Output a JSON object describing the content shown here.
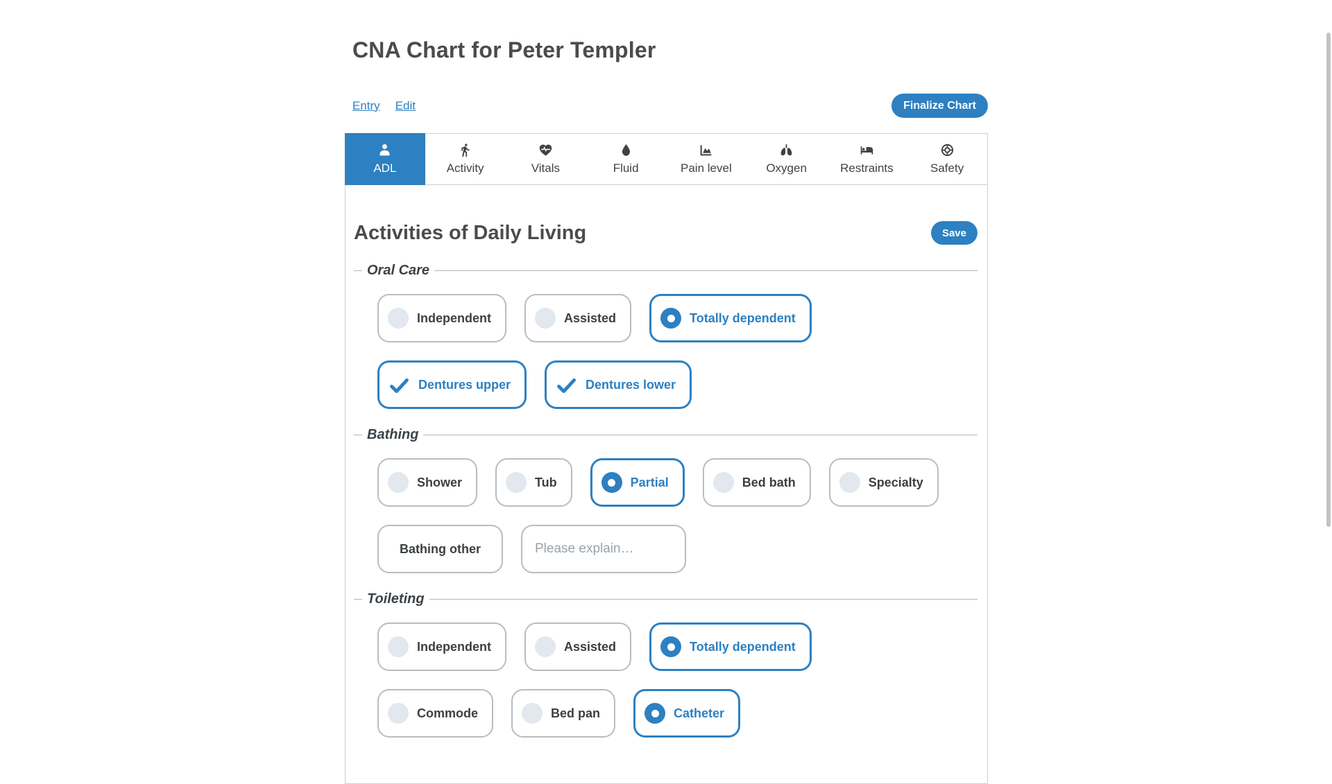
{
  "colors": {
    "accent": "#2d80c1",
    "selected_border": "#2d80c1",
    "unselected_border": "#b8bdc3",
    "circle_gray": "#e2e8ee",
    "text_dark": "#3c4043",
    "scrollbar": "#c3c3c3"
  },
  "page": {
    "title": "CNA Chart for Peter Templer",
    "links": [
      {
        "label": "Entry"
      },
      {
        "label": "Edit"
      }
    ],
    "finalize_button": "Finalize Chart"
  },
  "tabs": [
    {
      "label": "ADL",
      "icon": "person-icon",
      "active": true
    },
    {
      "label": "Activity",
      "icon": "walking-icon",
      "active": false
    },
    {
      "label": "Vitals",
      "icon": "heartbeat-icon",
      "active": false
    },
    {
      "label": "Fluid",
      "icon": "droplet-icon",
      "active": false
    },
    {
      "label": "Pain level",
      "icon": "area-chart-icon",
      "active": false
    },
    {
      "label": "Oxygen",
      "icon": "lungs-icon",
      "active": false
    },
    {
      "label": "Restraints",
      "icon": "bed-icon",
      "active": false
    },
    {
      "label": "Safety",
      "icon": "life-ring-icon",
      "active": false
    }
  ],
  "panel": {
    "heading": "Activities of Daily Living",
    "save_button": "Save",
    "sections": [
      {
        "legend": "Oral Care",
        "rows": [
          {
            "items": [
              {
                "kind": "radio",
                "label": "Independent",
                "selected": false
              },
              {
                "kind": "radio",
                "label": "Assisted",
                "selected": false
              },
              {
                "kind": "radio",
                "label": "Totally dependent",
                "selected": true
              }
            ]
          },
          {
            "items": [
              {
                "kind": "checkbox",
                "label": "Dentures upper",
                "selected": true
              },
              {
                "kind": "checkbox",
                "label": "Dentures lower",
                "selected": true
              }
            ]
          }
        ]
      },
      {
        "legend": "Bathing",
        "rows": [
          {
            "items": [
              {
                "kind": "radio",
                "label": "Shower",
                "selected": false
              },
              {
                "kind": "radio",
                "label": "Tub",
                "selected": false
              },
              {
                "kind": "radio",
                "label": "Partial",
                "selected": true
              },
              {
                "kind": "radio",
                "label": "Bed bath",
                "selected": false
              },
              {
                "kind": "radio",
                "label": "Specialty",
                "selected": false
              }
            ]
          },
          {
            "items": [
              {
                "kind": "plain",
                "label": "Bathing other",
                "selected": false
              },
              {
                "kind": "input",
                "placeholder": "Please explain…"
              }
            ]
          }
        ]
      },
      {
        "legend": "Toileting",
        "rows": [
          {
            "items": [
              {
                "kind": "radio",
                "label": "Independent",
                "selected": false
              },
              {
                "kind": "radio",
                "label": "Assisted",
                "selected": false
              },
              {
                "kind": "radio",
                "label": "Totally dependent",
                "selected": true
              }
            ]
          },
          {
            "items": [
              {
                "kind": "radio",
                "label": "Commode",
                "selected": false
              },
              {
                "kind": "radio",
                "label": "Bed pan",
                "selected": false
              },
              {
                "kind": "radio",
                "label": "Catheter",
                "selected": true
              }
            ]
          }
        ]
      }
    ]
  }
}
